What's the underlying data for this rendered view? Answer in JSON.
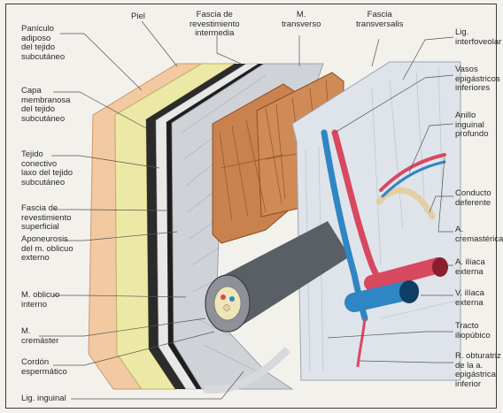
{
  "labels": {
    "paniculo": "Panículo\nadiposo\ndel tejido\nsubcutáneo",
    "capa_membranosa": "Capa\nmembranosa\ndel tejido\nsubcutáneo",
    "tejido_conectivo": "Tejido\nconectivo\nlaxo del tejido\nsubcutáneo",
    "fascia_superficial": "Fascia de\nrevestimiento\nsuperficial",
    "aponeurosis": "Aponeurosis\ndel m. oblicuo\nexterno",
    "oblicuo_interno": "M. oblicuo\ninterno",
    "cremaster": "M.\ncremáster",
    "cordon": "Cordón\nespermático",
    "lig_inguinal": "Lig. inguinal",
    "piel": "Piel",
    "fascia_intermedia": "Fascia de\nrevestimiento\nintermedia",
    "transverso": "M.\ntransverso",
    "fascia_transversalis": "Fascia\ntransversalis",
    "lig_interfoveolar": "Lig.\ninterfoveolar",
    "vasos_epigastricos": "Vasos\nepigástricos\ninferiores",
    "anillo": "Anillo\ninguinal\nprofundo",
    "conducto": "Conducto\ndeferente",
    "a_cremasterica": "A.\ncremastérica",
    "a_iliaca": "A. ilíaca\nexterna",
    "v_iliaca": "V. ilíaca\nexterna",
    "tracto": "Tracto\niliopúbico",
    "r_obturatriz": "R. obturatriz\nde la a.\nepigástrica\ninferior"
  },
  "colors": {
    "artery": "#d8485f",
    "vein": "#2f86c4",
    "muscle": "#c9814e",
    "fat": "#ece9a6",
    "skin": "#f2c9a0",
    "fascia": "#d9dde2"
  }
}
